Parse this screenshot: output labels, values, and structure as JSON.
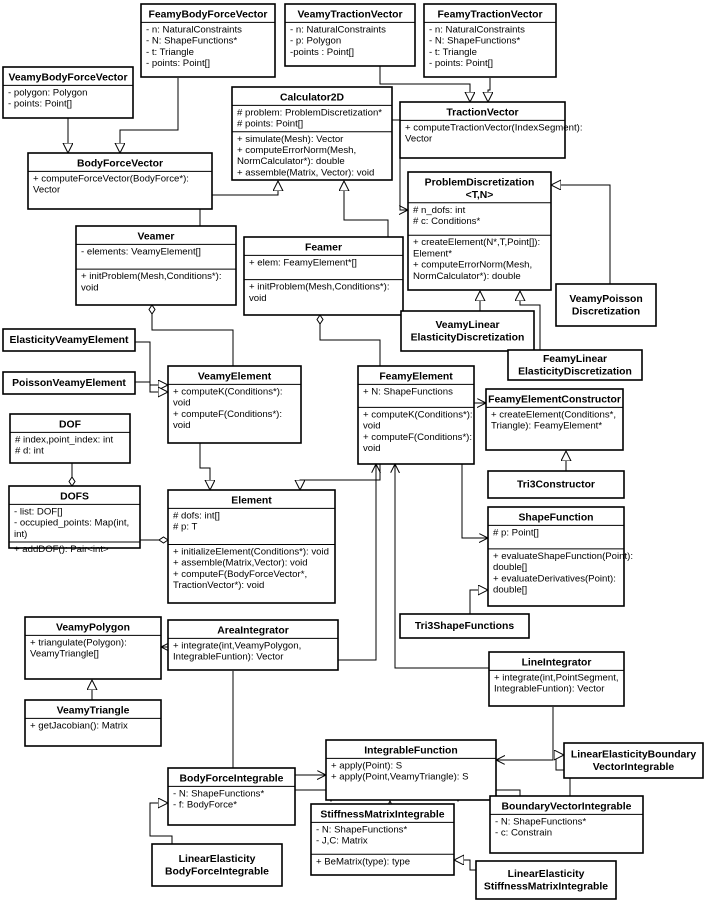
{
  "classes": [
    {
      "id": "FeamyBodyForceVector",
      "title": [
        "FeamyBodyForceVector"
      ],
      "sections": [
        [
          "- n: NaturalConstraints",
          "- N: ShapeFunctions*",
          "- t: Triangle",
          "- points: Point[]"
        ]
      ]
    },
    {
      "id": "VeamyTractionVector",
      "title": [
        "VeamyTractionVector"
      ],
      "sections": [
        [
          "- n: NaturalConstraints",
          "- p: Polygon",
          "-points : Point[]"
        ]
      ]
    },
    {
      "id": "FeamyTractionVector",
      "title": [
        "FeamyTractionVector"
      ],
      "sections": [
        [
          "- n: NaturalConstraints",
          "- N: ShapeFunctions*",
          "- t: Triangle",
          "- points: Point[]"
        ]
      ]
    },
    {
      "id": "VeamyBodyForceVector",
      "title": [
        "VeamyBodyForceVector"
      ],
      "sections": [
        [
          "- polygon: Polygon",
          "- points: Point[]"
        ]
      ]
    },
    {
      "id": "Calculator2D",
      "title": [
        "Calculator2D"
      ],
      "sections": [
        [
          "# problem: ProblemDiscretization*",
          "# points: Point[]"
        ],
        [
          "+ simulate(Mesh): Vector",
          "+ computeErrorNorm(Mesh,",
          "   NormCalculator*): double",
          "+ assemble(Matrix, Vector): void"
        ]
      ]
    },
    {
      "id": "TractionVector",
      "title": [
        "TractionVector"
      ],
      "sections": [
        [
          "+ computeTractionVector(IndexSegment):",
          "Vector"
        ]
      ]
    },
    {
      "id": "BodyForceVector",
      "title": [
        "BodyForceVector"
      ],
      "sections": [
        [
          "+ computeForceVector(BodyForce*):",
          "Vector"
        ]
      ]
    },
    {
      "id": "ProblemDiscretization",
      "title": [
        "ProblemDiscretization",
        "<T,N>"
      ],
      "sections": [
        [
          "# n_dofs: int",
          "# c: Conditions*"
        ],
        [
          "+ createElement(N*,T,Point[]):",
          "Element*",
          "+ computeErrorNorm(Mesh,",
          "   NormCalculator*): double"
        ]
      ]
    },
    {
      "id": "Veamer",
      "title": [
        "Veamer"
      ],
      "sections": [
        [
          "- elements: VeamyElement[]"
        ],
        [
          "+ initProblem(Mesh,Conditions*):",
          "void"
        ]
      ]
    },
    {
      "id": "Feamer",
      "title": [
        "Feamer"
      ],
      "sections": [
        [
          "+ elem: FeamyElement*[]"
        ],
        [
          "+ initProblem(Mesh,Conditions*):",
          "void"
        ]
      ]
    },
    {
      "id": "VeamyPoissonDiscretization",
      "title": [
        "VeamyPoisson",
        "Discretization"
      ],
      "sections": []
    },
    {
      "id": "VeamyLinearElasticityDiscretization",
      "title": [
        "VeamyLinear",
        "ElasticityDiscretization"
      ],
      "sections": []
    },
    {
      "id": "ElasticityVeamyElement",
      "title": [
        "ElasticityVeamyElement"
      ],
      "sections": []
    },
    {
      "id": "FeamyLinearElasticityDiscretization",
      "title": [
        "FeamyLinear",
        "ElasticityDiscretization"
      ],
      "sections": []
    },
    {
      "id": "VeamyElement",
      "title": [
        "VeamyElement"
      ],
      "sections": [
        [
          "+ computeK(Conditions*):",
          "void",
          "+ computeF(Conditions*):",
          "void"
        ]
      ]
    },
    {
      "id": "FeamyElement",
      "title": [
        "FeamyElement"
      ],
      "sections": [
        [
          "+ N: ShapeFunctions"
        ],
        [
          "+ computeK(Conditions*):",
          "void",
          "+ computeF(Conditions*):",
          "void"
        ]
      ]
    },
    {
      "id": "PoissonVeamyElement",
      "title": [
        "PoissonVeamyElement"
      ],
      "sections": []
    },
    {
      "id": "FeamyElementConstructor",
      "title": [
        "FeamyElementConstructor"
      ],
      "sections": [
        [
          "+ createElement(Conditions*,",
          "Triangle): FeamyElement*"
        ]
      ]
    },
    {
      "id": "DOF",
      "title": [
        "DOF"
      ],
      "sections": [
        [
          "# index,point_index: int",
          "# d: int"
        ]
      ]
    },
    {
      "id": "Tri3Constructor",
      "title": [
        "Tri3Constructor"
      ],
      "sections": []
    },
    {
      "id": "DOFS",
      "title": [
        "DOFS"
      ],
      "sections": [
        [
          "- list: DOF[]",
          "- occupied_points: Map(int,",
          "int)"
        ],
        [
          "+ addDOF(): Pair<int>"
        ]
      ]
    },
    {
      "id": "Element",
      "title": [
        "Element"
      ],
      "sections": [
        [
          "# dofs: int[]",
          "# p: T"
        ],
        [
          "+ initializeElement(Conditions*): void",
          "+ assemble(Matrix,Vector): void",
          "+ computeF(BodyForceVector*,",
          "   TractionVector*): void"
        ]
      ]
    },
    {
      "id": "ShapeFunction",
      "title": [
        "ShapeFunction"
      ],
      "sections": [
        [
          "# p: Point[]"
        ],
        [
          "+ evaluateShapeFunction(Point):",
          "double[]",
          "+ evaluateDerivatives(Point):",
          "double[]"
        ]
      ]
    },
    {
      "id": "Tri3ShapeFunctions",
      "title": [
        "Tri3ShapeFunctions"
      ],
      "sections": []
    },
    {
      "id": "VeamyPolygon",
      "title": [
        "VeamyPolygon"
      ],
      "sections": [
        [
          "+ triangulate(Polygon):",
          "VeamyTriangle[]"
        ]
      ]
    },
    {
      "id": "AreaIntegrator",
      "title": [
        "AreaIntegrator"
      ],
      "sections": [
        [
          "+ integrate(int,VeamyPolygon,",
          "IntegrableFuntion): Vector"
        ]
      ]
    },
    {
      "id": "LineIntegrator",
      "title": [
        "LineIntegrator"
      ],
      "sections": [
        [
          "+ integrate(int,PointSegment,",
          "IntegrableFuntion): Vector"
        ]
      ]
    },
    {
      "id": "VeamyTriangle",
      "title": [
        "VeamyTriangle"
      ],
      "sections": [
        [
          "+ getJacobian(): Matrix"
        ]
      ]
    },
    {
      "id": "IntegrableFunction",
      "title": [
        "IntegrableFunction"
      ],
      "sections": [
        [
          "+ apply(Point): S",
          "+ apply(Point,VeamyTriangle): S"
        ]
      ]
    },
    {
      "id": "LinearElasticityBoundaryVectorIntegrable",
      "title": [
        "LinearElasticityBoundary",
        "VectorIntegrable"
      ],
      "sections": []
    },
    {
      "id": "BodyForceIntegrable",
      "title": [
        "BodyForceIntegrable"
      ],
      "sections": [
        [
          "- N: ShapeFunctions*",
          "- f: BodyForce*"
        ]
      ]
    },
    {
      "id": "BoundaryVectorIntegrable",
      "title": [
        "BoundaryVectorIntegrable"
      ],
      "sections": [
        [
          "- N: ShapeFunctions*",
          "- c: Constrain"
        ]
      ]
    },
    {
      "id": "StiffnessMatrixIntegrable",
      "title": [
        "StiffnessMatrixIntegrable"
      ],
      "sections": [
        [
          "- N: ShapeFunctions*",
          "- J,C: Matrix"
        ],
        [
          "+ BeMatrix(type): type"
        ]
      ]
    },
    {
      "id": "LinearElasticityBodyForceIntegrable",
      "title": [
        "LinearElasticity",
        "BodyForceIntegrable"
      ],
      "sections": []
    },
    {
      "id": "LinearElasticityStiffnessMatrixIntegrable",
      "title": [
        "LinearElasticity",
        "StiffnessMatrixIntegrable"
      ],
      "sections": []
    }
  ],
  "relations": [
    {
      "from": "FeamyBodyForceVector",
      "to": "BodyForceVector",
      "kind": "generalization"
    },
    {
      "from": "VeamyBodyForceVector",
      "to": "BodyForceVector",
      "kind": "generalization"
    },
    {
      "from": "VeamyTractionVector",
      "to": "TractionVector",
      "kind": "generalization"
    },
    {
      "from": "FeamyTractionVector",
      "to": "TractionVector",
      "kind": "generalization"
    },
    {
      "from": "Veamer",
      "to": "Calculator2D",
      "kind": "generalization"
    },
    {
      "from": "Feamer",
      "to": "Calculator2D",
      "kind": "generalization"
    },
    {
      "from": "Calculator2D",
      "to": "ProblemDiscretization",
      "kind": "association"
    },
    {
      "from": "VeamyPoissonDiscretization",
      "to": "ProblemDiscretization",
      "kind": "generalization"
    },
    {
      "from": "VeamyLinearElasticityDiscretization",
      "to": "ProblemDiscretization",
      "kind": "generalization"
    },
    {
      "from": "FeamyLinearElasticityDiscretization",
      "to": "ProblemDiscretization",
      "kind": "generalization"
    },
    {
      "from": "Veamer",
      "to": "VeamyElement",
      "kind": "aggregation"
    },
    {
      "from": "Feamer",
      "to": "FeamyElement",
      "kind": "aggregation"
    },
    {
      "from": "ElasticityVeamyElement",
      "to": "VeamyElement",
      "kind": "generalization"
    },
    {
      "from": "PoissonVeamyElement",
      "to": "VeamyElement",
      "kind": "generalization"
    },
    {
      "from": "VeamyElement",
      "to": "Element",
      "kind": "generalization"
    },
    {
      "from": "FeamyElement",
      "to": "Element",
      "kind": "generalization"
    },
    {
      "from": "FeamyElement",
      "to": "FeamyElementConstructor",
      "kind": "association"
    },
    {
      "from": "FeamyElement",
      "to": "ShapeFunction",
      "kind": "association"
    },
    {
      "from": "Tri3Constructor",
      "to": "FeamyElementConstructor",
      "kind": "generalization"
    },
    {
      "from": "Tri3ShapeFunctions",
      "to": "ShapeFunction",
      "kind": "generalization"
    },
    {
      "from": "DOFS",
      "to": "DOF",
      "kind": "aggregation"
    },
    {
      "from": "Element",
      "to": "DOFS",
      "kind": "aggregation"
    },
    {
      "from": "VeamyTriangle",
      "to": "VeamyPolygon",
      "kind": "generalization"
    },
    {
      "from": "AreaIntegrator",
      "to": "FeamyElement",
      "kind": "association"
    },
    {
      "from": "AreaIntegrator",
      "to": "VeamyPolygon",
      "kind": "association"
    },
    {
      "from": "AreaIntegrator",
      "to": "IntegrableFunction",
      "kind": "association"
    },
    {
      "from": "LineIntegrator",
      "to": "FeamyElement",
      "kind": "association"
    },
    {
      "from": "LineIntegrator",
      "to": "IntegrableFunction",
      "kind": "association"
    },
    {
      "from": "BodyForceIntegrable",
      "to": "IntegrableFunction",
      "kind": "generalization"
    },
    {
      "from": "StiffnessMatrixIntegrable",
      "to": "IntegrableFunction",
      "kind": "generalization"
    },
    {
      "from": "BoundaryVectorIntegrable",
      "to": "IntegrableFunction",
      "kind": "generalization"
    },
    {
      "from": "LinearElasticityBoundaryVectorIntegrable",
      "to": "BoundaryVectorIntegrable",
      "kind": "generalization"
    },
    {
      "from": "LinearElasticityBodyForceIntegrable",
      "to": "BodyForceIntegrable",
      "kind": "generalization"
    },
    {
      "from": "LinearElasticityStiffnessMatrixIntegrable",
      "to": "StiffnessMatrixIntegrable",
      "kind": "generalization"
    }
  ]
}
